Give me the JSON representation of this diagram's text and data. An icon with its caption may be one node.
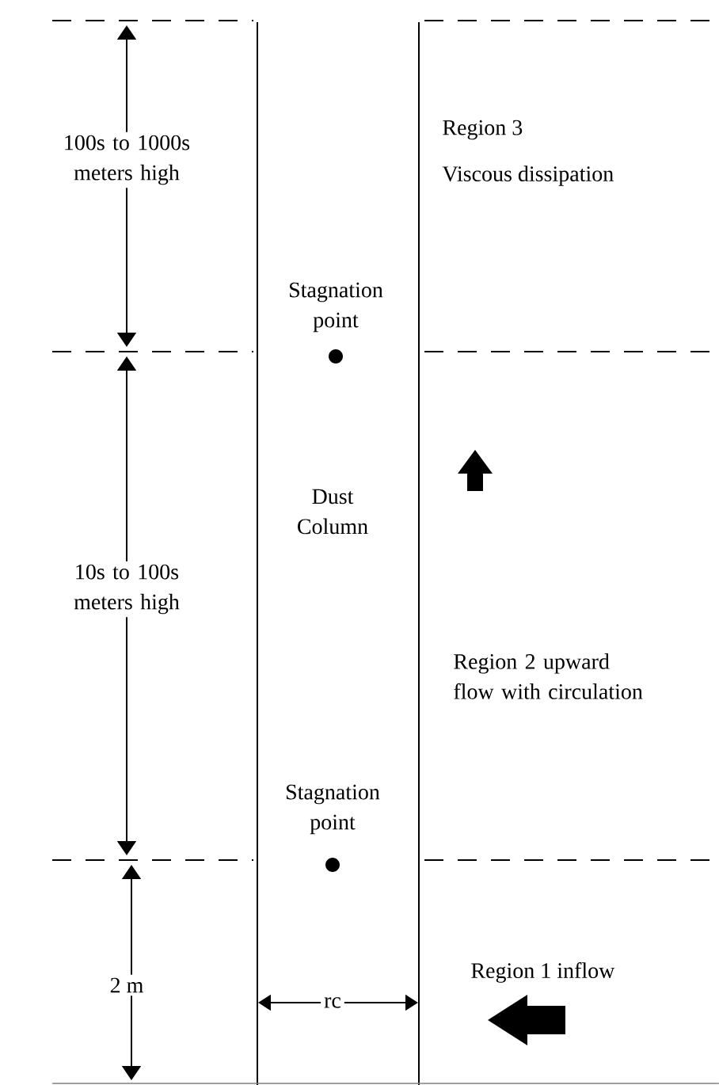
{
  "diagram": {
    "labels": [
      "100s to 1000s meters high",
      "Region 3",
      "Viscous dissipation",
      "Stagnation point",
      "Dust Column",
      "10s to 100s meters high",
      "Region 2 upward flow with circulation",
      "Stagnation point",
      "2 m",
      "rc",
      "Region 1 inflow"
    ]
  }
}
